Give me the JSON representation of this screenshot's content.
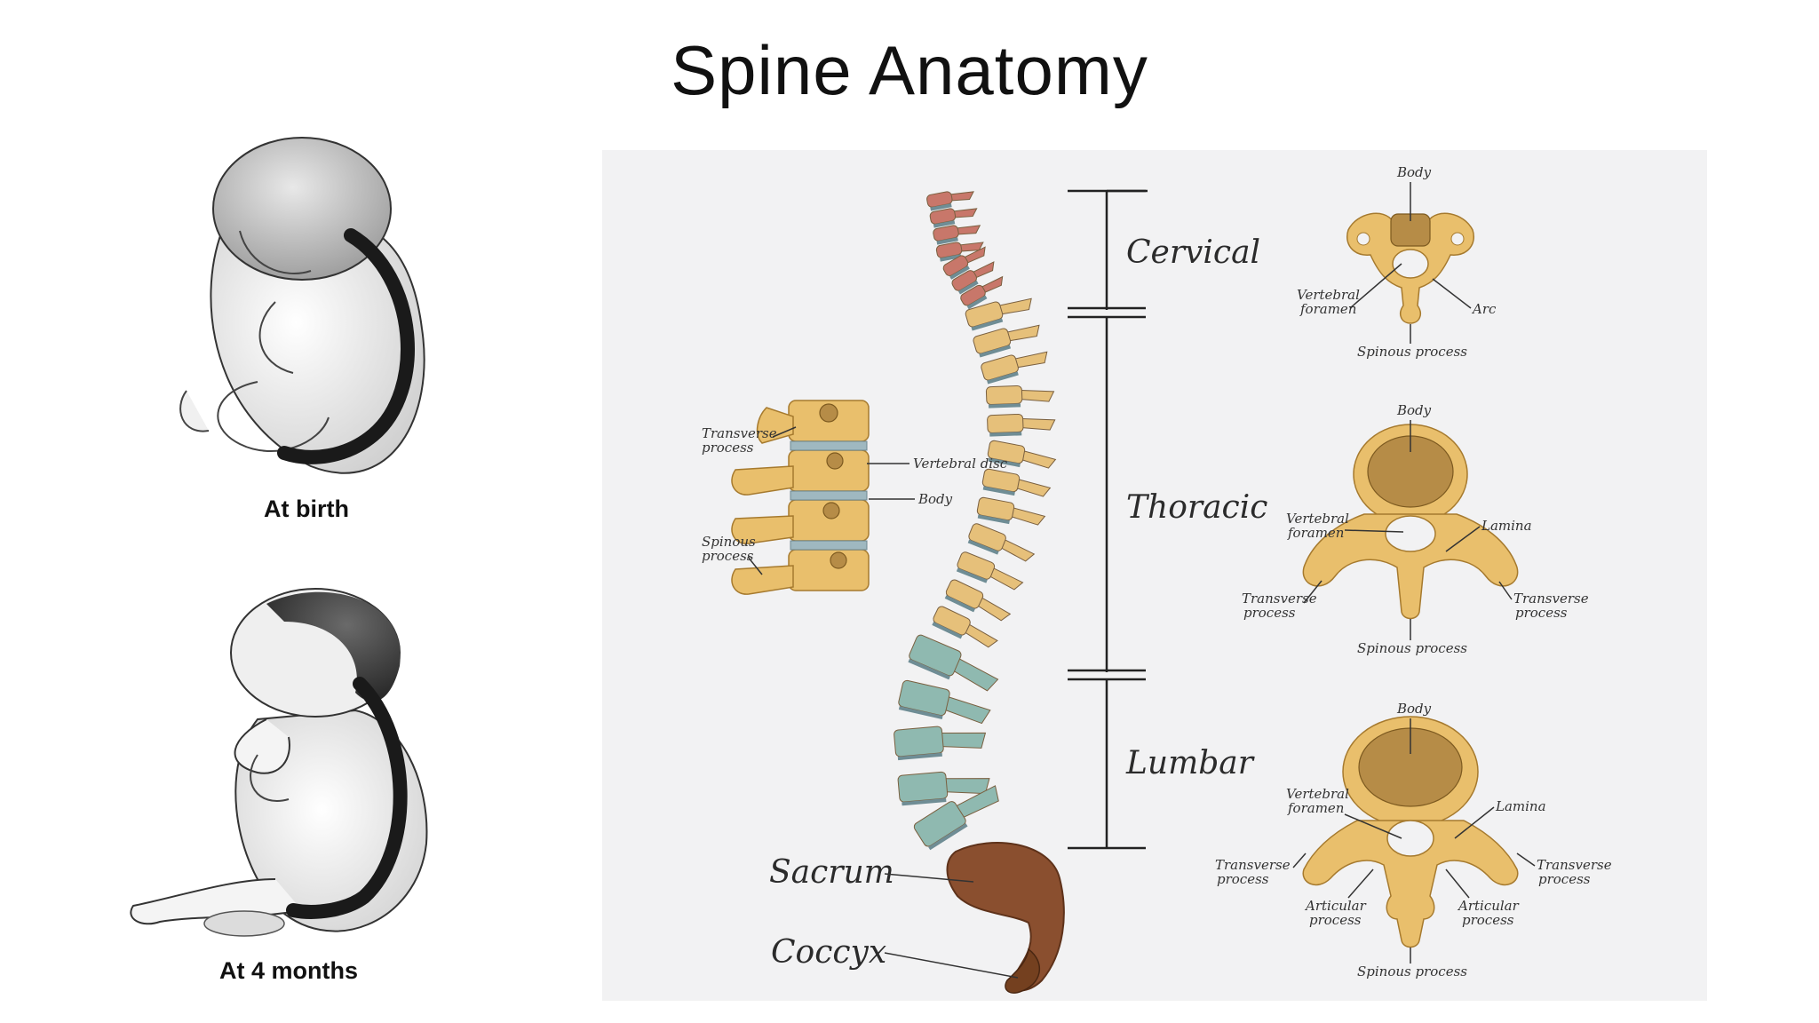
{
  "title": "Spine Anatomy",
  "infants": [
    {
      "caption": "At birth"
    },
    {
      "caption": "At 4 months"
    }
  ],
  "regions": {
    "cervical": "Cervical",
    "thoracic": "Thoracic",
    "lumbar": "Lumbar",
    "sacrum": "Sacrum",
    "coccyx": "Coccyx"
  },
  "side_view": {
    "transverse_process": [
      "Transverse",
      "process"
    ],
    "spinous_process": [
      "Spinous",
      "process"
    ],
    "vertebral_disc": "Vertebral disc",
    "body": "Body"
  },
  "cervical_vertebra": {
    "body": "Body",
    "vertebral_foramen": [
      "Vertebral",
      "foramen"
    ],
    "arc": "Arc",
    "spinous_process": "Spinous process"
  },
  "thoracic_vertebra": {
    "body": "Body",
    "vertebral_foramen": [
      "Vertebral",
      "foramen"
    ],
    "lamina": "Lamina",
    "transverse_left": [
      "Transverse",
      "process"
    ],
    "transverse_right": [
      "Transverse",
      "process"
    ],
    "spinous_process": "Spinous process"
  },
  "lumbar_vertebra": {
    "body": "Body",
    "vertebral_foramen": [
      "Vertebral",
      "foramen"
    ],
    "lamina": "Lamina",
    "transverse_left": [
      "Transverse",
      "process"
    ],
    "transverse_right": [
      "Transverse",
      "process"
    ],
    "articular_left": [
      "Articular",
      "process"
    ],
    "articular_right": [
      "Articular",
      "process"
    ],
    "spinous_process": "Spinous process"
  },
  "colors": {
    "cervical": "#c8776a",
    "thoracic": "#e6c07a",
    "lumbar": "#8fb9b0",
    "sacrum": "#8a4f2f",
    "bone": "#e9bf6c",
    "panel_bg": "#f2f2f3"
  }
}
